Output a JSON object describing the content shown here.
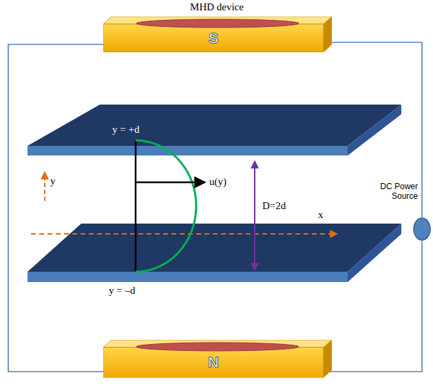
{
  "diagram": {
    "title": "MHD device",
    "nodes": [
      {
        "text": [
          "S"
        ]
      },
      {
        "text": [
          "DC Power Source"
        ]
      },
      {
        "text": [
          "N"
        ]
      }
    ],
    "edges": [
      {
        "from": 0,
        "to": 2,
        "arrow": "none"
      },
      {
        "from": 0,
        "to": 1,
        "arrow": "none"
      },
      {
        "from": 1,
        "to": 2,
        "arrow": "none"
      }
    ],
    "labels": [
      "y = +d",
      "y",
      "u(y)",
      "D=2d",
      "x",
      "y = –d"
    ]
  }
}
